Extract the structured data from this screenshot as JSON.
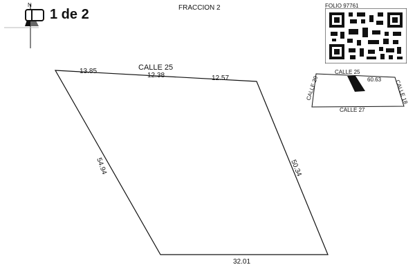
{
  "compass": {
    "north_label": "N"
  },
  "pager": {
    "text": "1 de 2",
    "icon": "page-toggle-icon"
  },
  "header": {
    "title": "FRACCION 2"
  },
  "folio": {
    "label": "FOLIO 97761",
    "qr_icon": "qr-code-icon"
  },
  "lot": {
    "top_street": "CALLE 25",
    "top_segments": [
      "13.85",
      "12.38",
      "12.57"
    ],
    "left_side": "54.94",
    "right_side": "50.34",
    "bottom_side": "32.01"
  },
  "location_map": {
    "top_street": "CALLE 25",
    "bottom_street": "CALLE 27",
    "left_street": "CALLE 20",
    "right_street": "CALLE 18",
    "measure": "60.63"
  },
  "colors": {
    "line": "#111111",
    "fill_lot": "#111111",
    "background": "#ffffff"
  }
}
